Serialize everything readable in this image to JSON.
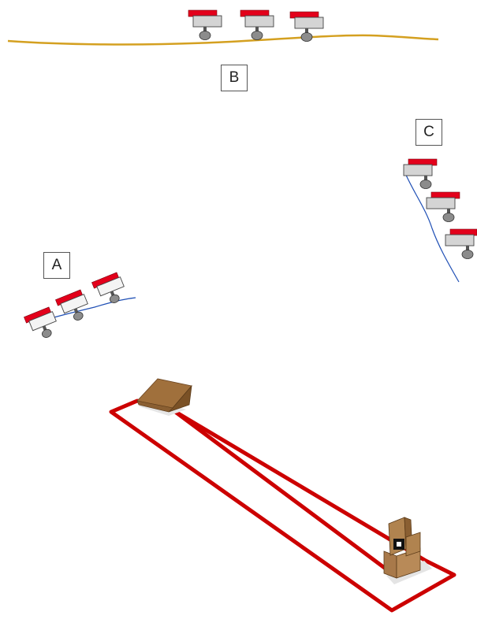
{
  "labels": {
    "a": "A",
    "b": "B",
    "c": "C"
  },
  "colors": {
    "track": "#cc0000",
    "camera_top": "#e3001b",
    "camera_body": "#d4d4d4",
    "camera_outline": "#444444",
    "lens": "#8c8c8c",
    "ground_line_b": "#d4a020",
    "ground_line_a": "#1f4fb5",
    "ground_line_c": "#1f4fb5",
    "ramp_top": "#a0703c",
    "ramp_side": "#7a5126",
    "board": "#b0834f",
    "board_dark": "#8a5f32"
  },
  "groups": {
    "a": {
      "camera_count": 3,
      "orientation": "tilted-left"
    },
    "b": {
      "camera_count": 3,
      "orientation": "front"
    },
    "c": {
      "camera_count": 3,
      "orientation": "front"
    }
  }
}
